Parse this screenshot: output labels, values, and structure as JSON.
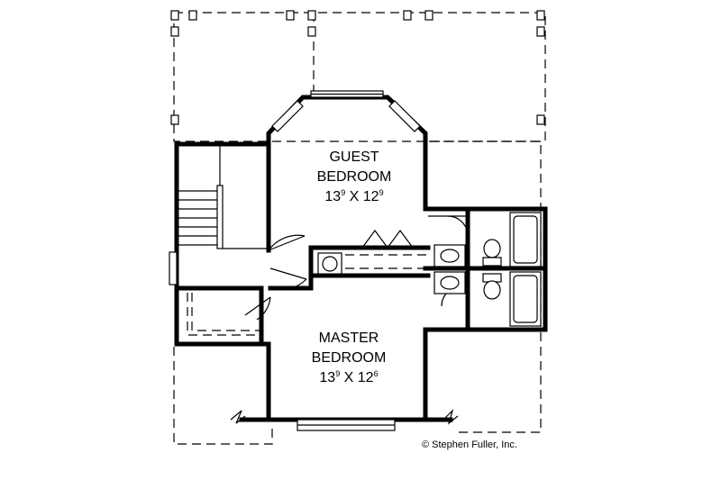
{
  "rooms": {
    "guest": {
      "name_line1": "GUEST",
      "name_line2": "BEDROOM",
      "dim_w": "13",
      "dim_w_sup": "9",
      "dim_sep": " X 12",
      "dim_d_sup": "9"
    },
    "master": {
      "name_line1": "MASTER",
      "name_line2": "BEDROOM",
      "dim_w": "13",
      "dim_w_sup": "9",
      "dim_sep": " X 12",
      "dim_d_sup": "6"
    }
  },
  "credit": "© Stephen Fuller, Inc.",
  "colors": {
    "line": "#000000",
    "background": "#ffffff"
  }
}
